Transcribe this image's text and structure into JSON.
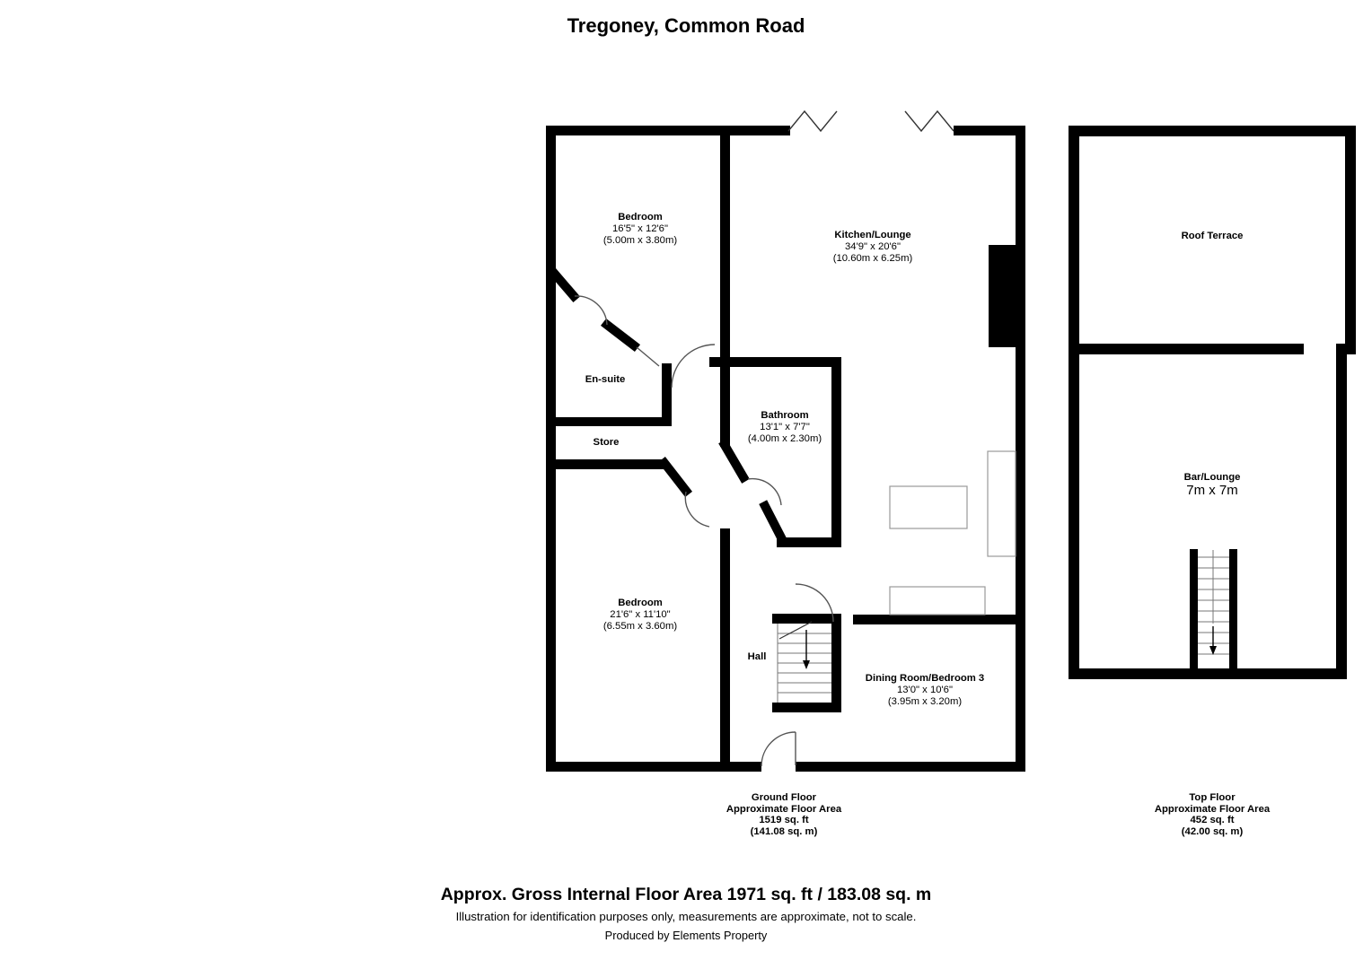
{
  "title": "Tregoney, Common Road",
  "ground_floor": {
    "rooms": {
      "bedroom1": {
        "name": "Bedroom",
        "imperial": "16'5\" x 12'6\"",
        "metric": "(5.00m x 3.80m)"
      },
      "kitchen_lounge": {
        "name": "Kitchen/Lounge",
        "imperial": "34'9\" x 20'6\"",
        "metric": "(10.60m x 6.25m)"
      },
      "en_suite": {
        "name": "En-suite"
      },
      "store": {
        "name": "Store"
      },
      "bathroom": {
        "name": "Bathroom",
        "imperial": "13'1\" x 7'7\"",
        "metric": "(4.00m x 2.30m)"
      },
      "bedroom2": {
        "name": "Bedroom",
        "imperial": "21'6\" x 11'10\"",
        "metric": "(6.55m x 3.60m)"
      },
      "hall": {
        "name": "Hall"
      },
      "dining": {
        "name": "Dining Room/Bedroom 3",
        "imperial": "13'0\" x 10'6\"",
        "metric": "(3.95m x 3.20m)"
      }
    },
    "caption": {
      "floor": "Ground Floor",
      "label": "Approximate Floor Area",
      "area_ft": "1519 sq. ft",
      "area_m": "(141.08 sq. m)"
    }
  },
  "top_floor": {
    "rooms": {
      "roof_terrace": {
        "name": "Roof Terrace"
      },
      "bar_lounge": {
        "name": "Bar/Lounge",
        "metric": "7m x 7m"
      }
    },
    "caption": {
      "floor": "Top Floor",
      "label": "Approximate Floor Area",
      "area_ft": "452 sq. ft",
      "area_m": "(42.00 sq. m)"
    }
  },
  "footer": {
    "summary": "Approx. Gross Internal Floor Area 1971 sq. ft / 183.08 sq. m",
    "disclaimer": "Illustration for identification purposes only, measurements are approximate, not to scale.",
    "credit": "Produced by Elements Property"
  },
  "colors": {
    "wall": "#000000",
    "furniture_outline": "#9a9a9a",
    "door_arc": "#555555"
  }
}
